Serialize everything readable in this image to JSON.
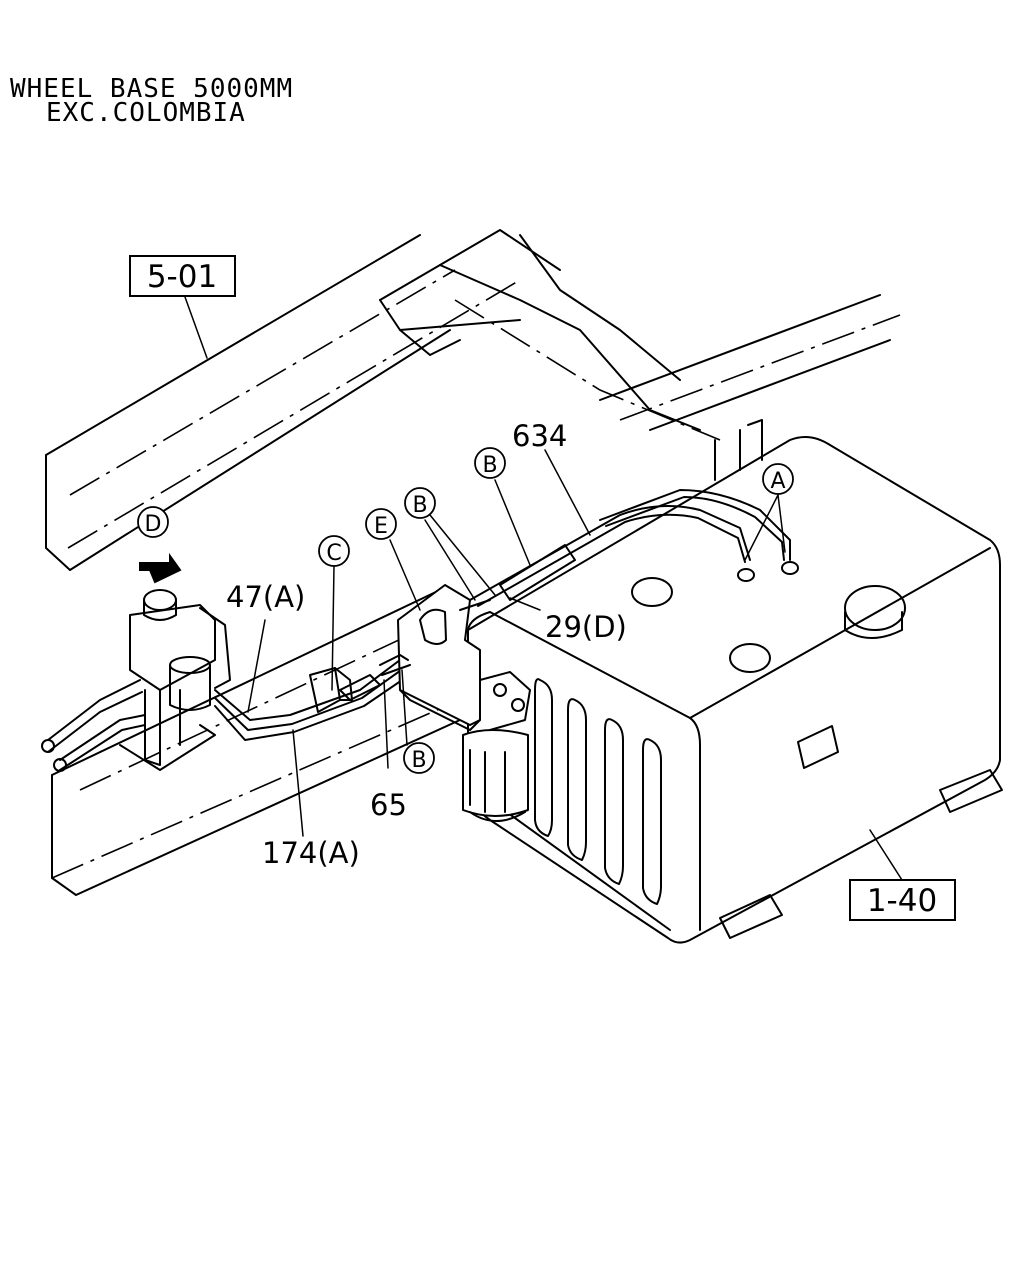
{
  "header": {
    "line1": "WHEEL BASE 5000MM",
    "line2": "EXC.COLOMBIA"
  },
  "refs": {
    "frame": "5-01",
    "tank": "1-40"
  },
  "parts": {
    "p634": "634",
    "p29d": "29(D)",
    "p47a": "47(A)",
    "p65": "65",
    "p174a": "174(A)"
  },
  "callouts": {
    "a": "A",
    "b": "B",
    "c": "C",
    "d": "D",
    "e": "E"
  }
}
